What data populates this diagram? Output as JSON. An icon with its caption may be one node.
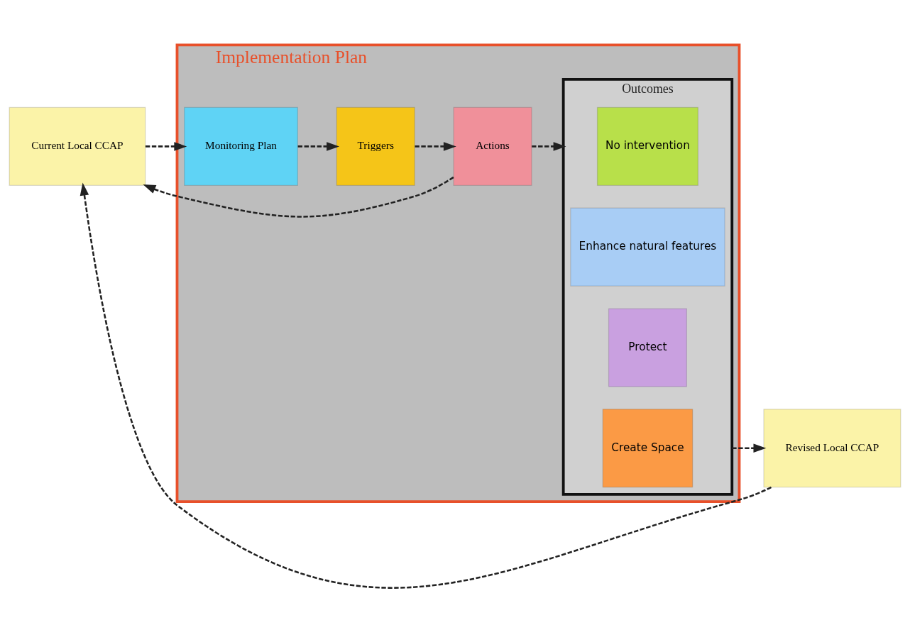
{
  "diagram": {
    "nodes": [
      {
        "text": [
          "Current Local CCAP"
        ]
      },
      {
        "text": [
          "Implementation Plan"
        ]
      },
      {
        "text": [
          "Monitoring Plan"
        ],
        "in": 1
      },
      {
        "text": [
          "Triggers"
        ],
        "in": 1
      },
      {
        "text": [
          "Actions"
        ],
        "in": 1
      },
      {
        "text": [
          "Outcomes"
        ],
        "in": 1
      },
      {
        "text": [
          "No intervention"
        ],
        "in": 5
      },
      {
        "text": [
          "Enhance natural features"
        ],
        "in": 5
      },
      {
        "text": [
          "Protect"
        ],
        "in": 5
      },
      {
        "text": [
          "Create Space"
        ],
        "in": 5
      },
      {
        "text": [
          "Revised Local CCAP"
        ]
      }
    ],
    "edges": [
      {
        "from": 0,
        "to": 2,
        "arrow": "to",
        "style": "dashed"
      },
      {
        "from": 2,
        "to": 3,
        "arrow": "to",
        "style": "dashed"
      },
      {
        "from": 3,
        "to": 4,
        "arrow": "to",
        "style": "dashed"
      },
      {
        "from": 4,
        "to": 5,
        "arrow": "to",
        "style": "dashed"
      },
      {
        "from": 5,
        "to": 10,
        "arrow": "to",
        "style": "dashed"
      },
      {
        "from": 10,
        "to": 0,
        "arrow": "to",
        "style": "dashed"
      },
      {
        "from": 4,
        "to": 0,
        "arrow": "to",
        "style": "dashed"
      }
    ]
  }
}
